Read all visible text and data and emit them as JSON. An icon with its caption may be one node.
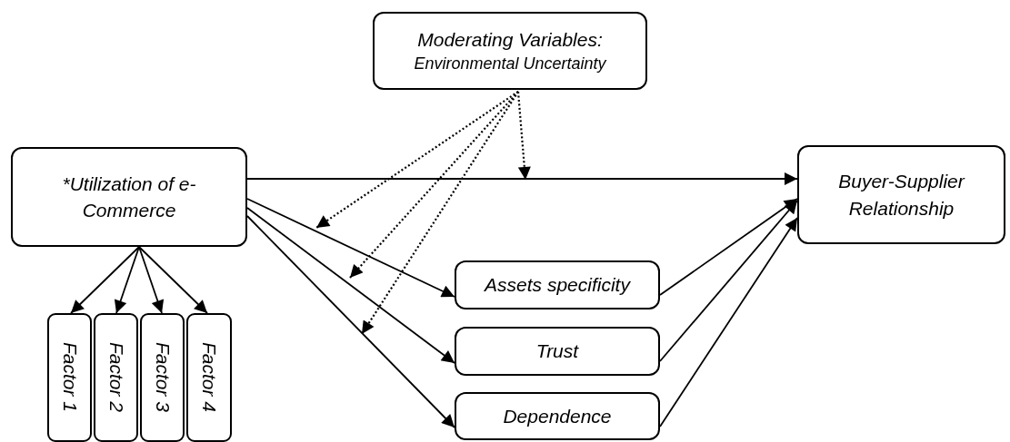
{
  "diagram": {
    "nodes": [
      {
        "text": [
          "Moderating Variables:",
          "Environmental Uncertainty"
        ]
      },
      {
        "text": [
          "*Utilization of e-Commerce"
        ]
      },
      {
        "text": [
          "Buyer-Supplier Relationship"
        ]
      },
      {
        "text": [
          "Assets specificity"
        ]
      },
      {
        "text": [
          "Trust"
        ]
      },
      {
        "text": [
          "Dependence"
        ]
      },
      {
        "text": [
          "Factor 1"
        ]
      },
      {
        "text": [
          "Factor 2"
        ]
      },
      {
        "text": [
          "Factor 3"
        ]
      },
      {
        "text": [
          "Factor 4"
        ]
      }
    ],
    "edges": [
      {
        "from": 1,
        "to": 2,
        "arrow": "to"
      },
      {
        "from": 1,
        "to": 3,
        "arrow": "to"
      },
      {
        "from": 1,
        "to": 4,
        "arrow": "to"
      },
      {
        "from": 1,
        "to": 5,
        "arrow": "to"
      },
      {
        "from": 3,
        "to": 2,
        "arrow": "to"
      },
      {
        "from": 4,
        "to": 2,
        "arrow": "to"
      },
      {
        "from": 5,
        "to": 2,
        "arrow": "to"
      },
      {
        "from": 1,
        "to": 6,
        "arrow": "to"
      },
      {
        "from": 1,
        "to": 7,
        "arrow": "to"
      },
      {
        "from": 1,
        "to": 8,
        "arrow": "to"
      },
      {
        "from": 1,
        "to": 9,
        "arrow": "to"
      },
      {
        "from": 0,
        "to": null,
        "arrow": "to",
        "style": "dashed"
      },
      {
        "from": 0,
        "to": null,
        "arrow": "to",
        "style": "dashed"
      },
      {
        "from": 0,
        "to": null,
        "arrow": "to",
        "style": "dashed"
      },
      {
        "from": 0,
        "to": null,
        "arrow": "to",
        "style": "dashed"
      }
    ]
  }
}
